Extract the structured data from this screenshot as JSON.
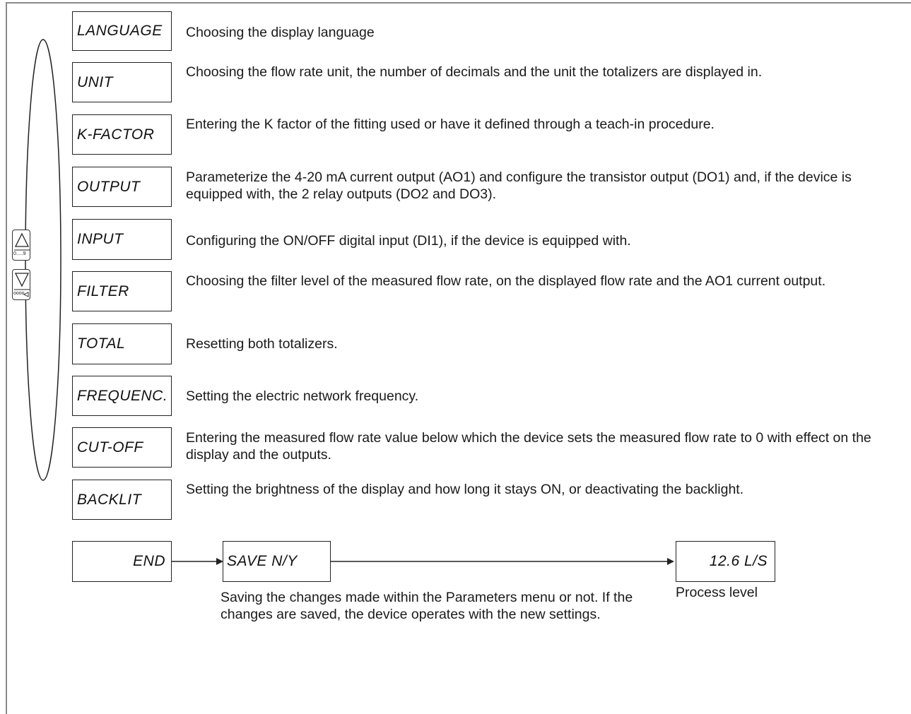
{
  "menu": [
    {
      "code": "LANGUAGE",
      "description": "Choosing the display language"
    },
    {
      "code": "UNIT",
      "description": "Choosing the flow rate unit, the number of decimals and the unit the totalizers are displayed in."
    },
    {
      "code": "K-FACTOR",
      "description": "Entering the K factor of the fitting used or have it defined through a teach-in procedure."
    },
    {
      "code": "OUTPUT",
      "description": "Parameterize the 4-20 mA current output (AO1) and configure the transistor output (DO1) and, if the device is equipped with, the 2 relay outputs (DO2 and DO3)."
    },
    {
      "code": "INPUT",
      "description": "Configuring the ON/OFF digital input (DI1), if the device is equipped with."
    },
    {
      "code": "FILTER",
      "description": "Choosing the filter level of the measured flow rate, on the displayed flow rate and the AO1 current output."
    },
    {
      "code": "TOTAL",
      "description": "Resetting both totalizers."
    },
    {
      "code": "FREQUENC.",
      "description": "Setting the electric network frequency."
    },
    {
      "code": "CUT-OFF",
      "description": "Entering the measured flow rate value below which the device sets the measured flow rate to 0 with effect on the display and the outputs."
    },
    {
      "code": "BACKLIT",
      "description": "Setting the brightness of the display and how long it stays ON, or deactivating the backlight."
    }
  ],
  "end_box": "END",
  "save_box": "SAVE N/Y",
  "process_box": "12.6 L/S",
  "save_caption": "Saving the changes made within the Parameters menu or not. If the changes are saved, the device operates with the new settings.",
  "process_caption": "Process level",
  "keys": {
    "up": {
      "icon": "up-arrow-icon",
      "label": "0.....9"
    },
    "down": {
      "icon": "down-arrow-icon",
      "label": "oooo"
    }
  }
}
